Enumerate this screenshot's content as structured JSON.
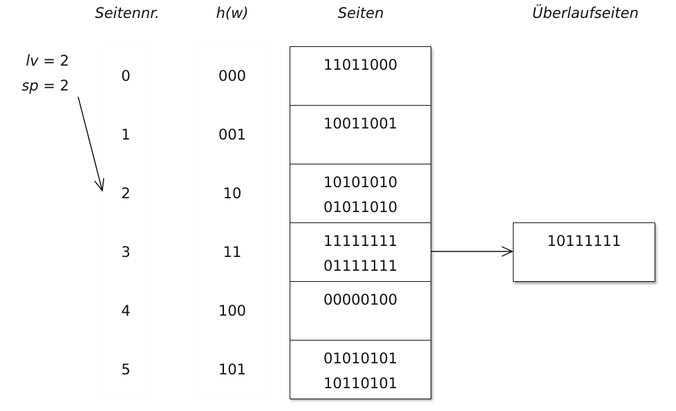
{
  "headers": {
    "seitennr": "Seitennr.",
    "hw": "h(w)",
    "seiten": "Seiten",
    "ueberlauf": "Überlaufseiten"
  },
  "params": {
    "lv_var": "lv",
    "lv_eq": " = 2",
    "sp_var": "sp",
    "sp_eq": " = 2"
  },
  "rows": [
    {
      "nr": "0",
      "hash": "000",
      "page": [
        "11011000"
      ]
    },
    {
      "nr": "1",
      "hash": "001",
      "page": [
        "10011001"
      ]
    },
    {
      "nr": "2",
      "hash": "10",
      "page": [
        "10101010",
        "01011010"
      ]
    },
    {
      "nr": "3",
      "hash": "11",
      "page": [
        "11111111",
        "01111111"
      ]
    },
    {
      "nr": "4",
      "hash": "100",
      "page": [
        "00000100"
      ]
    },
    {
      "nr": "5",
      "hash": "101",
      "page": [
        "01010101",
        "10110101"
      ]
    }
  ],
  "overflow_page": [
    "10111111"
  ]
}
